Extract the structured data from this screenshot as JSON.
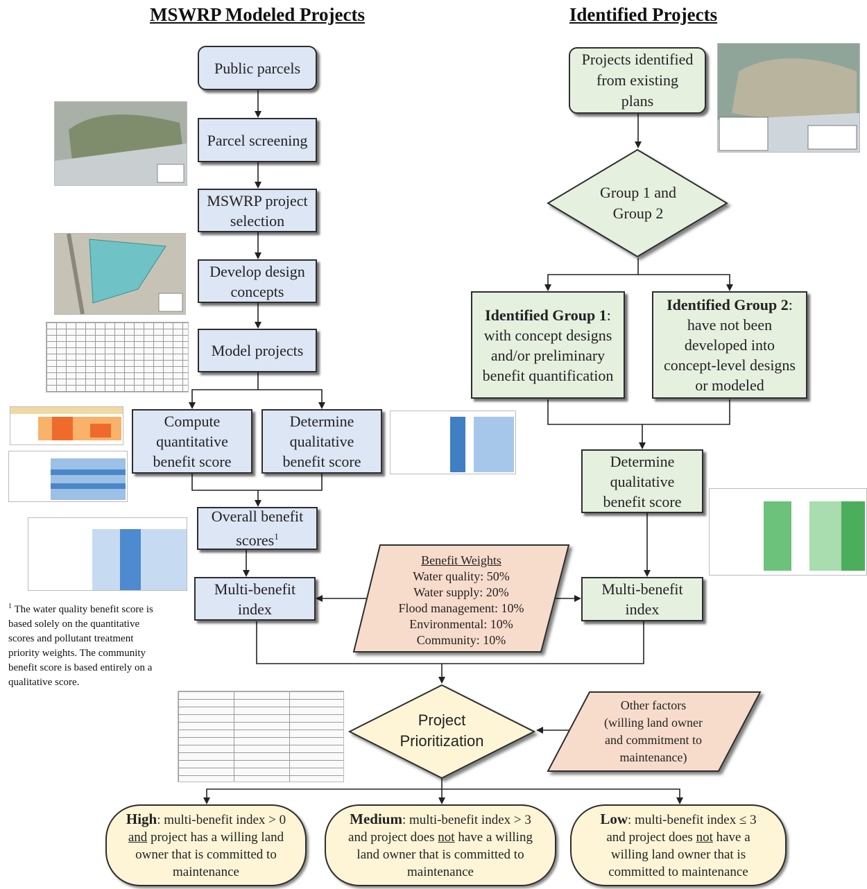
{
  "titles": {
    "left": "MSWRP Modeled Projects",
    "right": "Identified Projects"
  },
  "left_flow": {
    "public_parcels": "Public parcels",
    "parcel_screening": "Parcel screening",
    "project_selection_1": "MSWRP project",
    "project_selection_2": "selection",
    "design_1": "Develop design",
    "design_2": "concepts",
    "model": "Model projects",
    "quant_1": "Compute",
    "quant_2": "quantitative",
    "quant_3": "benefit score",
    "qual_1": "Determine",
    "qual_2": "qualitative",
    "qual_3": "benefit score",
    "overall_1": "Overall benefit",
    "overall_2": "scores",
    "overall_sup": "1",
    "mbi_1": "Multi-benefit",
    "mbi_2": "index"
  },
  "right_flow": {
    "identified_1": "Projects identified",
    "identified_2": "from existing",
    "identified_3": "plans",
    "group_1": "Group 1 and",
    "group_2": "Group 2",
    "g1_title": "Identified Group 1",
    "g1_l1": "with concept designs",
    "g1_l2": "and/or preliminary",
    "g1_l3": "benefit quantification",
    "g2_title": "Identified Group 2",
    "g2_l1": "have not been",
    "g2_l2": "developed into",
    "g2_l3": "concept-level designs",
    "g2_l4": "or modeled",
    "qual_1": "Determine",
    "qual_2": "qualitative",
    "qual_3": "benefit score",
    "mbi_1": "Multi-benefit",
    "mbi_2": "index"
  },
  "weights": {
    "title": "Benefit Weights",
    "items": [
      "Water quality: 50%",
      "Water supply: 20%",
      "Flood management: 10%",
      "Environmental: 10%",
      "Community: 10%"
    ]
  },
  "prioritization": {
    "l1": "Project",
    "l2": "Prioritization"
  },
  "other_factors": {
    "l1": "Other factors",
    "l2": "(willing land owner",
    "l3": "and commitment to",
    "l4": "maintenance)"
  },
  "footnote": {
    "sup": "1",
    "lines": [
      "The water quality benefit score is",
      "based solely on the quantitative",
      "scores and pollutant treatment",
      "priority weights. The community",
      "benefit score is based entirely on a",
      "qualitative score."
    ]
  },
  "outcomes": {
    "high": {
      "label": "High",
      "l1": ": multi-benefit index > 0",
      "and": "and",
      "l2": " project has a willing land",
      "l3": "owner that is committed to",
      "l4": "maintenance"
    },
    "medium": {
      "label": "Medium",
      "l1": ": multi-benefit index > 3",
      "l2a": "and project does ",
      "not": "not",
      "l2b": " have a willing",
      "l3": "land owner that is committed to",
      "l4": "maintenance"
    },
    "low": {
      "label": "Low",
      "l1": ": multi-benefit index ≤ 3",
      "l2a": "and project does ",
      "not": "not",
      "l2b": " have a",
      "l3": "willing land owner that is",
      "l4": "committed to maintenance"
    }
  },
  "colors": {
    "blue_box": "#dde6f5",
    "green_box": "#e6f0df",
    "peach": "#f8dccb",
    "yellow": "#fdf5d6",
    "arrow": "#222222"
  }
}
